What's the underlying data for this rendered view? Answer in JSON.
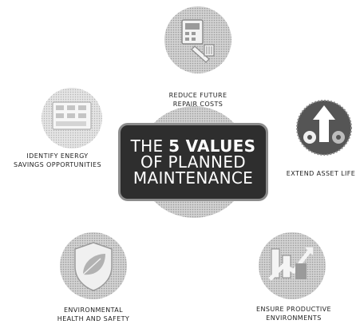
{
  "center": {
    "line1_prefix": "THE",
    "line1_bold": "5 VALUES",
    "line2": "OF PLANNED",
    "line3": "MAINTENANCE"
  },
  "values": [
    {
      "id": "repair",
      "lines": [
        "REDUCE FUTURE",
        "REPAIR COSTS"
      ],
      "icon": "repair-tools-icon"
    },
    {
      "id": "asset",
      "lines": [
        "EXTEND ASSET LIFE"
      ],
      "icon": "gear-arrow-icon"
    },
    {
      "id": "productive",
      "lines": [
        "ENSURE PRODUCTIVE",
        "ENVIRONMENTS"
      ],
      "icon": "rising-chart-icon"
    },
    {
      "id": "health",
      "lines": [
        "ENVIRONMENTAL",
        "HEALTH AND SAFETY"
      ],
      "icon": "leaf-shield-icon"
    },
    {
      "id": "energy",
      "lines": [
        "IDENTIFY ENERGY",
        "SAVINGS OPPORTUNITIES"
      ],
      "icon": "meter-panel-icon"
    }
  ],
  "colors": {
    "ring": "#bdbdbd",
    "circle": "#c6c6c6",
    "circle_dark": "#555555",
    "box": "#2e2e2e"
  }
}
